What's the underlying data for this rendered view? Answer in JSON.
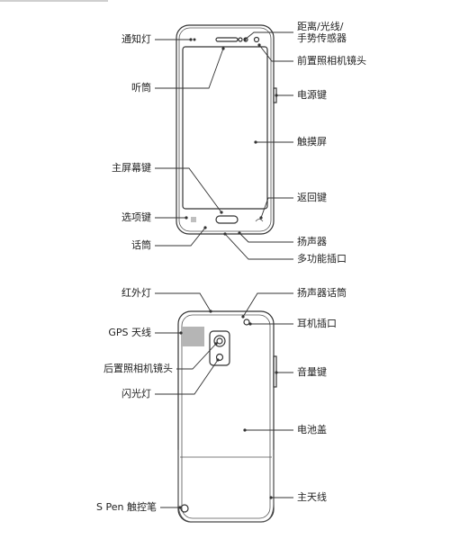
{
  "labels": {
    "notification_light": "通知灯",
    "earpiece": "听筒",
    "home_key": "主屏幕键",
    "menu_key": "选项键",
    "microphone": "话筒",
    "proximity_sensor_line1": "距离/光线/",
    "proximity_sensor_line2": "手势传感器",
    "front_camera": "前置照相机镜头",
    "power_key": "电源键",
    "touchscreen": "触摸屏",
    "back_key": "返回键",
    "speaker": "扬声器",
    "multipurpose_jack": "多功能插口",
    "infrared_led": "红外灯",
    "gps_antenna": "GPS 天线",
    "rear_camera": "后置照相机镜头",
    "flash": "闪光灯",
    "s_pen": "S Pen 触控笔",
    "speakerphone_mic": "扬声器话筒",
    "headset_jack": "耳机插口",
    "volume_key": "音量键",
    "back_cover": "电池盖",
    "main_antenna": "主天线"
  }
}
